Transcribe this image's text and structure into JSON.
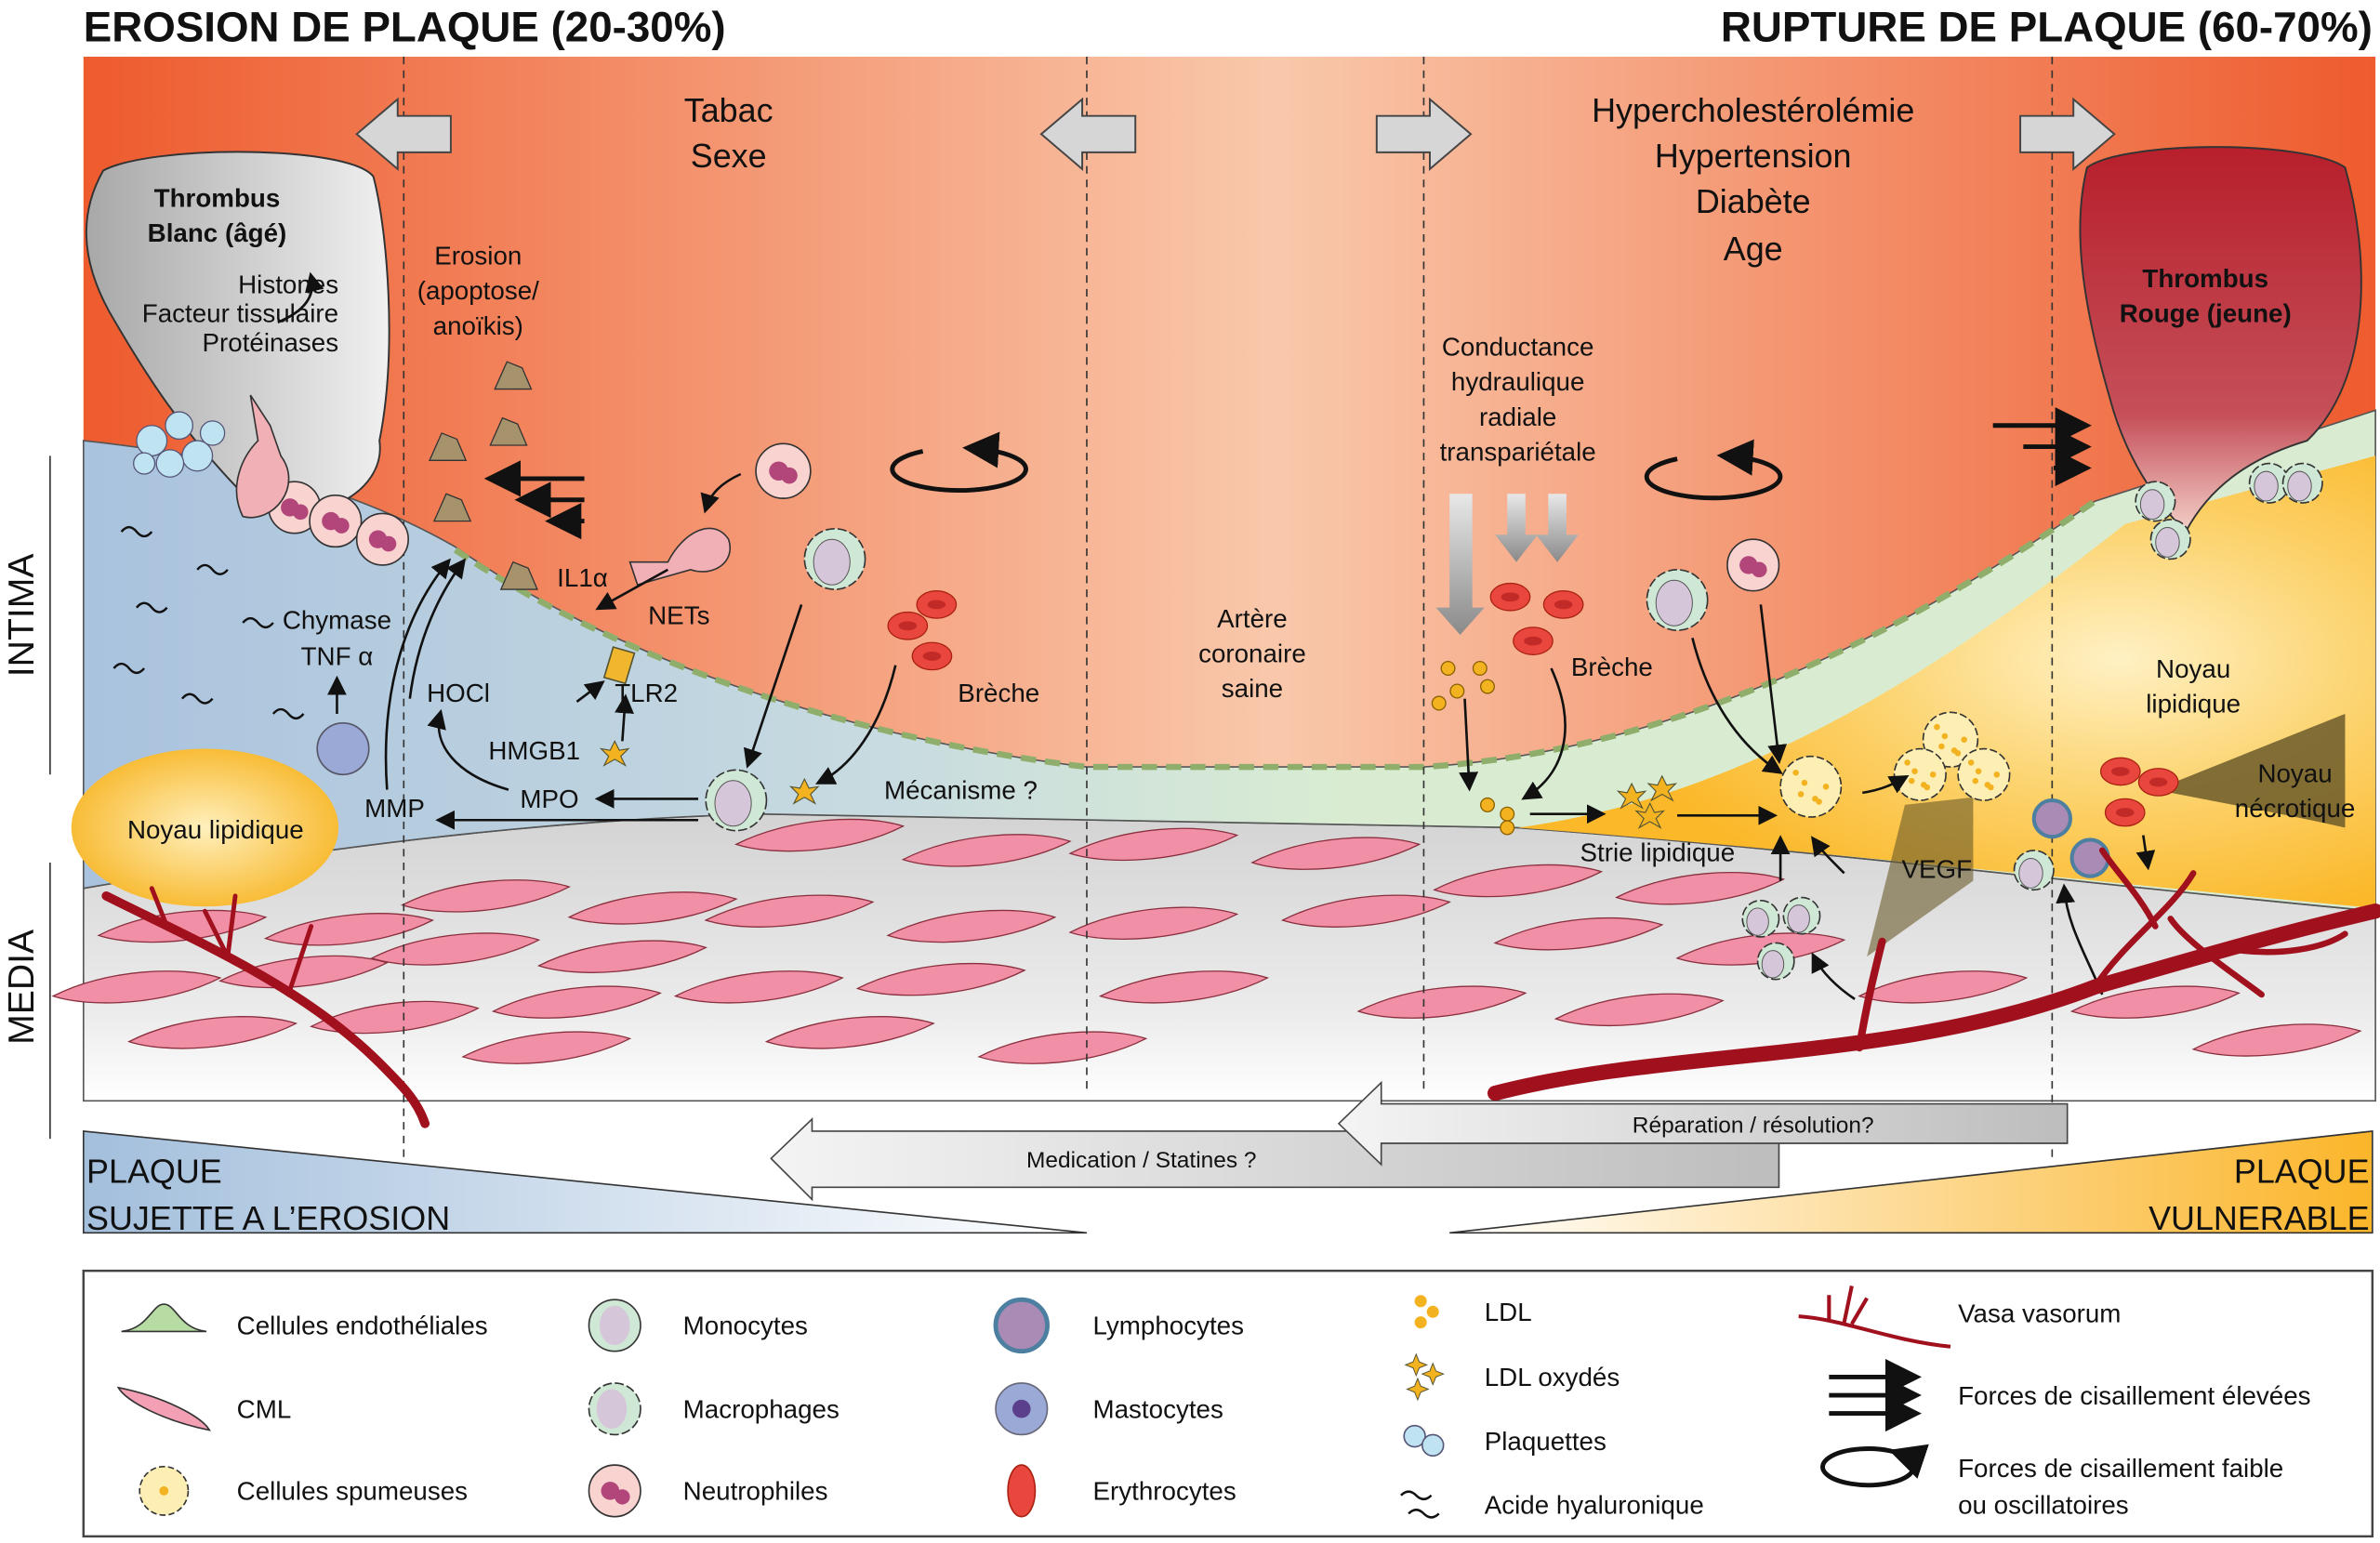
{
  "titles": {
    "left": "EROSION DE PLAQUE (20-30%)",
    "right": "RUPTURE DE PLAQUE (60-70%)"
  },
  "side_labels": {
    "intima": "INTIMA",
    "media": "MEDIA"
  },
  "risk_factors": {
    "left": [
      "Tabac",
      "Sexe"
    ],
    "right": [
      "Hypercholestérolémie",
      "Hypertension",
      "Diabète",
      "Age"
    ]
  },
  "labels": {
    "thrombus_blanc": [
      "Thrombus",
      "Blanc (âgé)"
    ],
    "thrombus_content": [
      "Histones",
      "Facteur tissulaire",
      "Protéinases"
    ],
    "erosion": [
      "Erosion",
      "(apoptose/",
      "anoïkis)"
    ],
    "il1a": "IL1α",
    "nets": "NETs",
    "chymase": "Chymase",
    "tnf": "TNF α",
    "hocl": "HOCl",
    "tlr2": "TLR2",
    "hmgb1": "HMGB1",
    "mmp": "MMP",
    "mpo": "MPO",
    "noyau_lipidique_left": "Noyau lipidique",
    "breche_left": "Brèche",
    "mecanisme": "Mécanisme ?",
    "artere": [
      "Artère",
      "coronaire",
      "saine"
    ],
    "conductance": [
      "Conductance",
      "hydraulique",
      "radiale",
      "transpariétale"
    ],
    "breche_right": "Brèche",
    "strie": "Strie lipidique",
    "vegf": "VEGF",
    "noyau_lipidique_right": [
      "Noyau",
      "lipidique"
    ],
    "noyau_necrotique": [
      "Noyau",
      "nécrotique"
    ],
    "thrombus_rouge": [
      "Thrombus",
      "Rouge (jeune)"
    ]
  },
  "bottom": {
    "reparation": "Réparation / résolution?",
    "medication": "Medication / Statines  ?",
    "plaque_erosion": [
      "PLAQUE",
      "SUJETTE A L’EROSION"
    ],
    "plaque_vulnerable": [
      "PLAQUE",
      "VULNERABLE"
    ]
  },
  "legend": [
    {
      "label": "Cellules endothéliales",
      "icon": "endothelial-cell"
    },
    {
      "label": "CML",
      "icon": "smooth-muscle-cell"
    },
    {
      "label": "Cellules spumeuses",
      "icon": "foam-cell"
    },
    {
      "label": "Monocytes",
      "icon": "monocyte"
    },
    {
      "label": "Macrophages",
      "icon": "macrophage"
    },
    {
      "label": "Neutrophiles",
      "icon": "neutrophil"
    },
    {
      "label": "Lymphocytes",
      "icon": "lymphocyte"
    },
    {
      "label": "Mastocytes",
      "icon": "mast-cell"
    },
    {
      "label": "Erythrocytes",
      "icon": "erythrocyte"
    },
    {
      "label": "LDL",
      "icon": "ldl"
    },
    {
      "label": "LDL oxydés",
      "icon": "oxidized-ldl"
    },
    {
      "label": "Plaquettes",
      "icon": "platelets"
    },
    {
      "label": "Acide hyaluronique",
      "icon": "hyaluronic-acid"
    },
    {
      "label": "Vasa vasorum",
      "icon": "vasa-vasorum"
    },
    {
      "label": "Forces de cisaillement élevées",
      "icon": "high-shear-arrows"
    },
    {
      "label": [
        "Forces de cisaillement faible",
        "ou oscillatoires"
      ],
      "icon": "low-shear-rotation"
    }
  ],
  "colors": {
    "lumen_edge": "#ee5b2e",
    "lumen_center": "#f9c8ab",
    "intima_left": "#a9c2de",
    "intima_green": "#d9ecd2",
    "lipid_core": "#fbb829",
    "media": "#d8d8d8",
    "smc": "#f08fa5",
    "vasa": "#a0101d",
    "thrombus_red": "#b71f2b",
    "thrombus_white": "#c9c9c9"
  }
}
